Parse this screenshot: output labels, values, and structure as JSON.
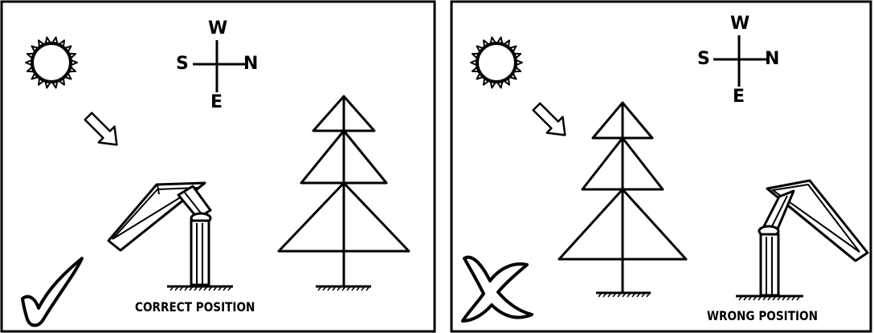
{
  "panels": {
    "left": {
      "compass": {
        "top": "W",
        "left": "S",
        "right": "N",
        "bottom": "E"
      },
      "caption": "CORRECT POSITION",
      "mark": "check-mark-icon"
    },
    "right": {
      "compass": {
        "top": "W",
        "left": "S",
        "right": "N",
        "bottom": "E"
      },
      "caption": "WRONG POSITION",
      "mark": "cross-mark-icon"
    }
  }
}
